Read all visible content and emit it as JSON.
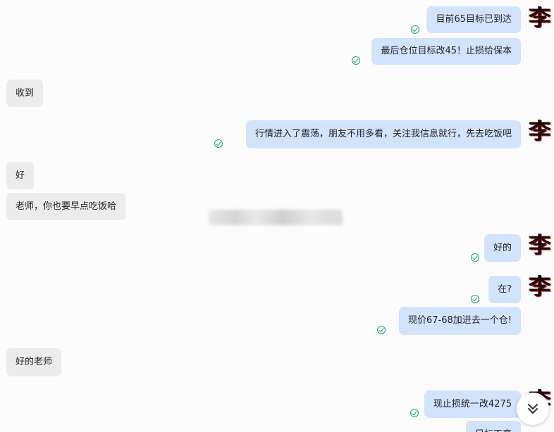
{
  "messages": [
    {
      "text": "目前65目标已到达"
    },
    {
      "text": "最后仓位目标改45！止损给保本"
    },
    {
      "text": "收到"
    },
    {
      "text": "行情进入了震荡，朋友不用多看，关注我信息就行，先去吃饭吧"
    },
    {
      "text": "好"
    },
    {
      "text": "老师，你也要早点吃饭哈"
    },
    {
      "text": "好的"
    },
    {
      "text": "在?"
    },
    {
      "text": "现价67-68加进去一个仓!"
    },
    {
      "text": "好的老师"
    },
    {
      "text": "现止损统一改4275"
    },
    {
      "text": "目标不变"
    }
  ],
  "avatar": {
    "char": "李"
  },
  "icons": {
    "read_receipt": "check-circle-icon",
    "scroll_down": "double-chevron-down-icon"
  },
  "colors": {
    "page_bg": "#fcfcfc",
    "outgoing_bubble": "#d2e3fc",
    "incoming_bubble": "#ececec",
    "read_check": "#1aa37a"
  }
}
